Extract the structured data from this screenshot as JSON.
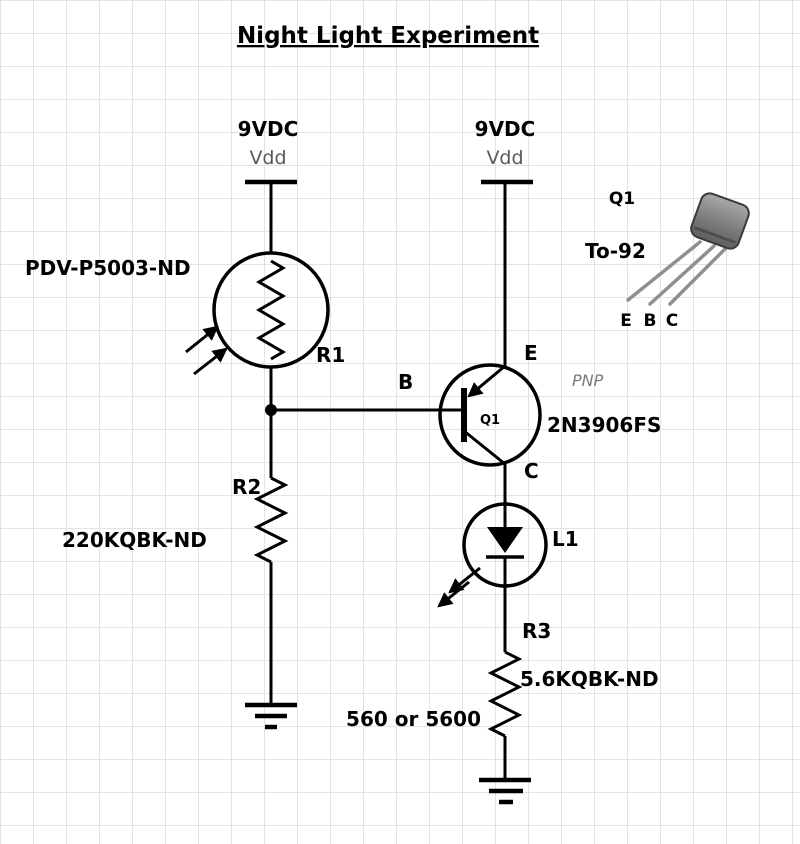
{
  "title": "Night Light Experiment",
  "colors": {
    "ink": "#000000",
    "muted_text": "#595959",
    "grid": "#e3e3e3",
    "package_body": "#808080"
  },
  "left": {
    "voltage": "9VDC",
    "vdd": "Vdd",
    "photocell_part": "PDV-P5003-ND",
    "photocell_ref": "R1",
    "resistor_ref": "R2",
    "resistor_part": "220KQBK-ND"
  },
  "right": {
    "voltage": "9VDC",
    "vdd": "Vdd"
  },
  "transistor": {
    "base": "B",
    "emitter": "E",
    "collector": "C",
    "ref": "Q1",
    "type": "PNP",
    "part": "2N3906FS"
  },
  "led": {
    "ref": "L1"
  },
  "r3": {
    "ref": "R3",
    "part": "5.6KQBK-ND",
    "note": "560 or 5600"
  },
  "package": {
    "ref": "Q1",
    "name": "To-92",
    "pins": [
      "E",
      "B",
      "C"
    ]
  }
}
